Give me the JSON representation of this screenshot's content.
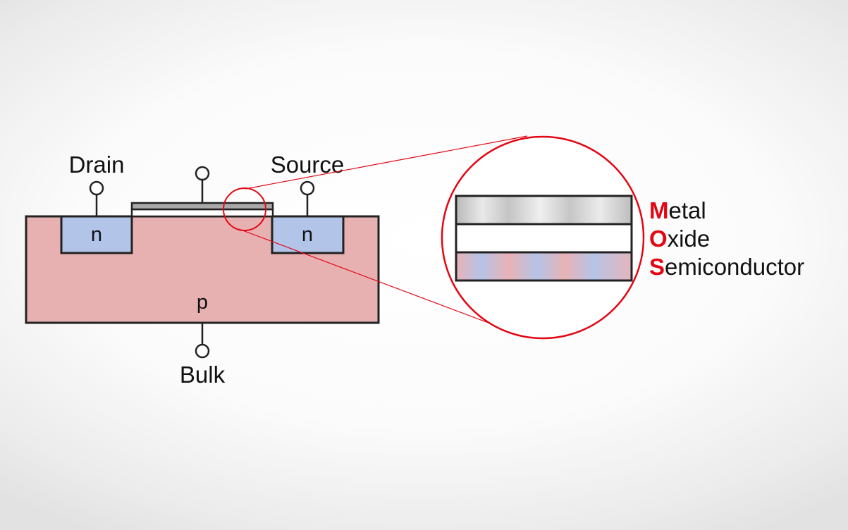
{
  "terminals": {
    "drain": "Drain",
    "source": "Source",
    "bulk": "Bulk"
  },
  "regions": {
    "drain_doping": "n",
    "source_doping": "n",
    "substrate_doping": "p"
  },
  "layers": [
    {
      "initial": "M",
      "rest": "etal"
    },
    {
      "initial": "O",
      "rest": "xide"
    },
    {
      "initial": "S",
      "rest": "emiconductor"
    }
  ],
  "colors": {
    "substrate": "#e8b1b1",
    "n_well": "#b2c4e8",
    "metal": "#a9a9a9",
    "oxide": "#ffffff",
    "highlight": "#e30613"
  }
}
